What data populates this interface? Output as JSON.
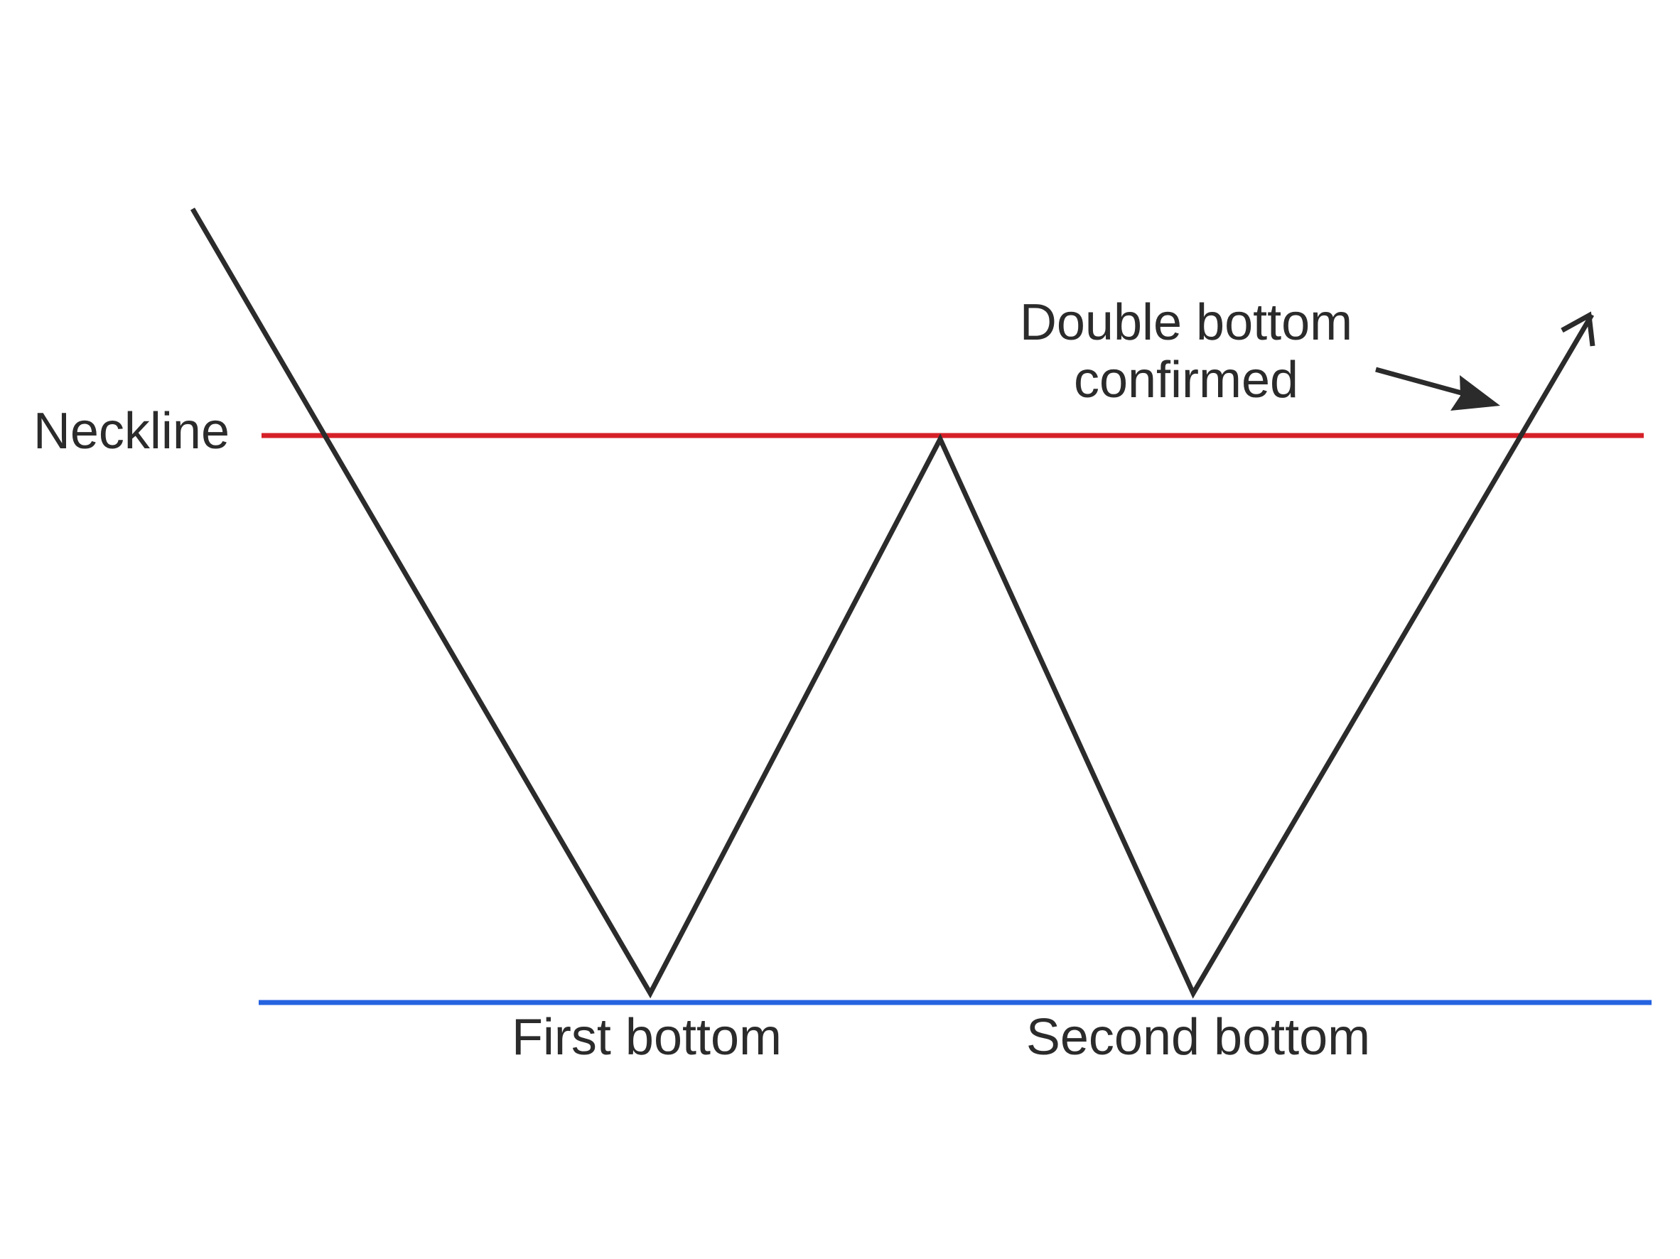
{
  "diagram": {
    "labels": {
      "neckline": "Neckline",
      "first_bottom": "First bottom",
      "second_bottom": "Second bottom",
      "confirm_line1": "Double bottom",
      "confirm_line2": "confirmed"
    },
    "colors": {
      "price_path": "#2b2b2b",
      "neckline": "#d62028",
      "support": "#2563e0",
      "text": "#2b2b2b",
      "arrow": "#2b2b2b"
    }
  }
}
